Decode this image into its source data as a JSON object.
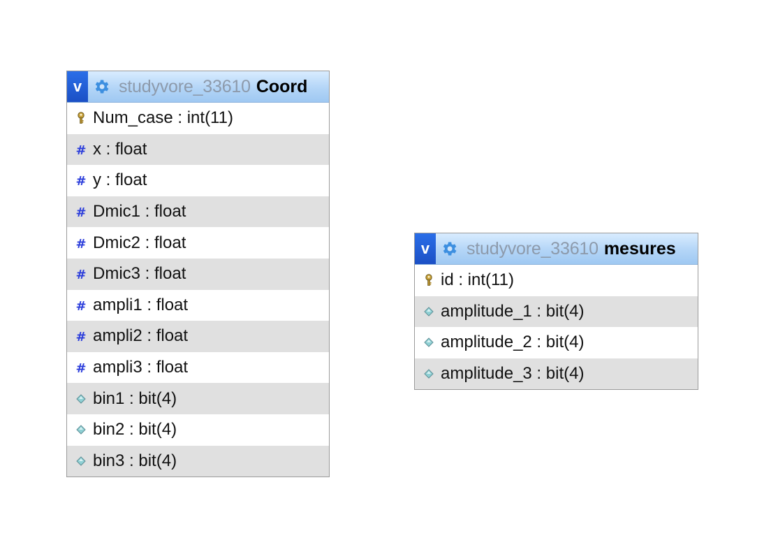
{
  "tables": [
    {
      "toggle_label": "v",
      "db": "studyvore_33610",
      "name": "Coord",
      "columns": [
        {
          "label": "Num_case : int(11)",
          "icon": "key-icon"
        },
        {
          "label": "x : float",
          "icon": "hash-icon"
        },
        {
          "label": "y : float",
          "icon": "hash-icon"
        },
        {
          "label": "Dmic1 : float",
          "icon": "hash-icon"
        },
        {
          "label": "Dmic2 : float",
          "icon": "hash-icon"
        },
        {
          "label": "Dmic3 : float",
          "icon": "hash-icon"
        },
        {
          "label": "ampli1 : float",
          "icon": "hash-icon"
        },
        {
          "label": "ampli2 : float",
          "icon": "hash-icon"
        },
        {
          "label": "ampli3 : float",
          "icon": "hash-icon"
        },
        {
          "label": "bin1 : bit(4)",
          "icon": "diamond-icon"
        },
        {
          "label": "bin2 : bit(4)",
          "icon": "diamond-icon"
        },
        {
          "label": "bin3 : bit(4)",
          "icon": "diamond-icon"
        }
      ]
    },
    {
      "toggle_label": "v",
      "db": "studyvore_33610",
      "name": "mesures",
      "columns": [
        {
          "label": "id : int(11)",
          "icon": "key-icon"
        },
        {
          "label": "amplitude_1 : bit(4)",
          "icon": "diamond-icon"
        },
        {
          "label": "amplitude_2 : bit(4)",
          "icon": "diamond-icon"
        },
        {
          "label": "amplitude_3 : bit(4)",
          "icon": "diamond-icon"
        }
      ]
    }
  ],
  "colors": {
    "header_gradient_top": "#d9ecff",
    "header_gradient_bottom": "#9fc8f2",
    "toggle_blue": "#1b4fc4",
    "gear_blue": "#3d8fe0",
    "db_name_grey": "#8d9aab",
    "row_alt": "#e0e0e0",
    "hash_blue": "#2b3ddb"
  }
}
